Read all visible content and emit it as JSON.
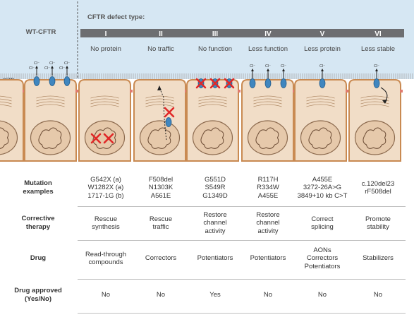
{
  "header": {
    "wt_label": "WT-CFTR",
    "defect_title": "CFTR defect type:",
    "cftr_label": "CFTR",
    "ion": "Cl⁻"
  },
  "types": [
    {
      "numeral": "I",
      "name": "No protein"
    },
    {
      "numeral": "II",
      "name": "No traffic"
    },
    {
      "numeral": "III",
      "name": "No function"
    },
    {
      "numeral": "IV",
      "name": "Less function"
    },
    {
      "numeral": "V",
      "name": "Less protein"
    },
    {
      "numeral": "VI",
      "name": "Less stable"
    }
  ],
  "rows": [
    {
      "heading": [
        "Mutation",
        "examples"
      ],
      "cells": [
        [
          "G542X (a)",
          "W1282X (a)",
          "1717-1G (b)"
        ],
        [
          "F508del",
          "N1303K",
          "A561E"
        ],
        [
          "G551D",
          "S549R",
          "G1349D"
        ],
        [
          "R117H",
          "R334W",
          "A455E"
        ],
        [
          "A455E",
          "3272-26A>G",
          "3849+10 kb C>T"
        ],
        [
          "c.120del23",
          "rF508del"
        ]
      ]
    },
    {
      "heading": [
        "Corrective",
        "therapy"
      ],
      "cells": [
        [
          "Rescue",
          "synthesis"
        ],
        [
          "Rescue",
          "traffic"
        ],
        [
          "Restore",
          "channel",
          "activity"
        ],
        [
          "Restore",
          "channel",
          "activity"
        ],
        [
          "Correct",
          "splicing"
        ],
        [
          "Promote",
          "stability"
        ]
      ]
    },
    {
      "heading": [
        "Drug"
      ],
      "cells": [
        [
          "Read-through",
          "compounds"
        ],
        [
          "Correctors"
        ],
        [
          "Potentiators"
        ],
        [
          "Potentiators"
        ],
        [
          "AONs",
          "Correctors",
          "Potentiators"
        ],
        [
          "Stabilizers"
        ]
      ]
    },
    {
      "heading": [
        "Drug approved",
        "(Yes/No)"
      ],
      "cells": [
        [
          "No"
        ],
        [
          "No"
        ],
        [
          "Yes"
        ],
        [
          "No"
        ],
        [
          "No"
        ],
        [
          "No"
        ]
      ]
    }
  ],
  "colors": {
    "sky": "#d6e7f3",
    "header_bar": "#6d6e71",
    "cell_fill": "#f1ddc7",
    "cell_border": "#c98a52",
    "nucleus_fill": "#e6c9ab",
    "nucleus_border": "#8c6a4e",
    "channel": "#3f86bf",
    "cross": "#e02828",
    "table_rule": "#bfbfbf"
  }
}
